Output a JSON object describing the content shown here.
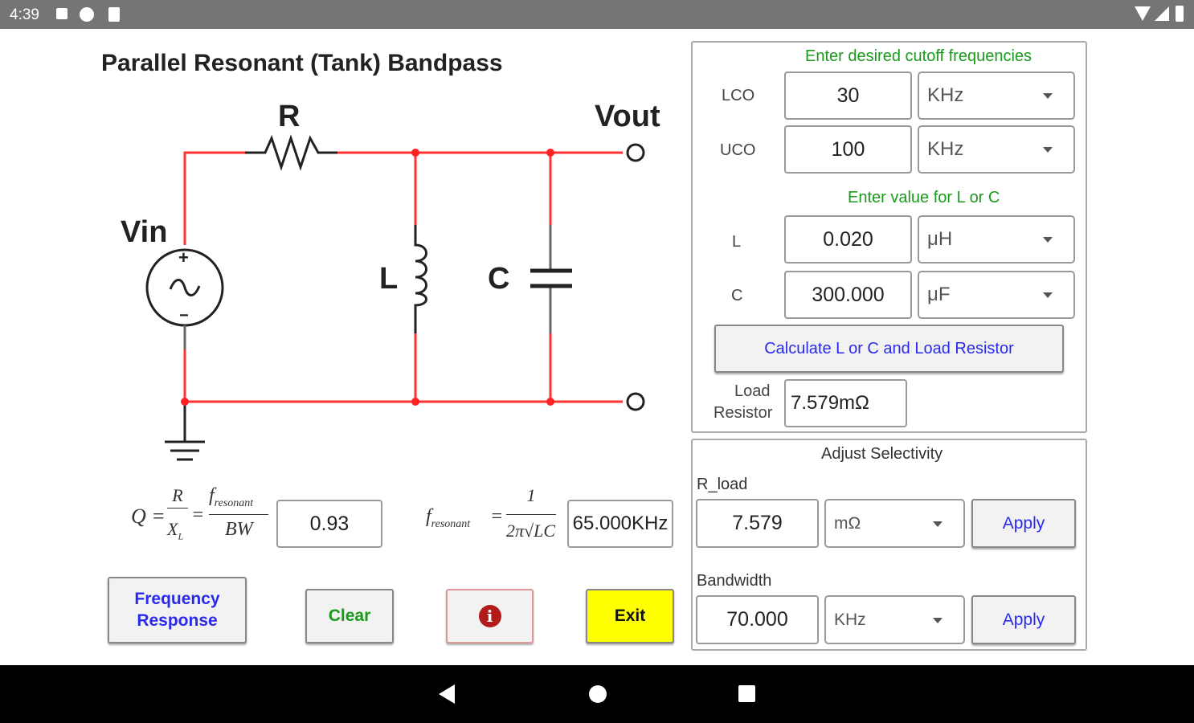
{
  "status": {
    "time": "4:39"
  },
  "title": "Parallel Resonant (Tank) Bandpass",
  "circuit": {
    "r": "R",
    "vout": "Vout",
    "vin": "Vin",
    "l": "L",
    "c": "C",
    "plus": "+",
    "minus": "−",
    "wire_color": "#ff3333"
  },
  "formula_q": {
    "q": "Q =",
    "r": "R",
    "xl": "X",
    "xl_sub": "L",
    "f": "f",
    "f_sub": "resonant",
    "bw": "BW",
    "eq": "=",
    "value": "0.93"
  },
  "formula_f": {
    "f": "f",
    "f_sub": "resonant",
    "eq": "=",
    "num": "1",
    "den": "2π√LC",
    "value": "65.000KHz"
  },
  "buttons": {
    "freq": "Frequency Response",
    "clear": "Clear",
    "info_icon": "info-icon",
    "exit": "Exit"
  },
  "cutoff": {
    "header": "Enter desired cutoff frequencies",
    "lco_label": "LCO",
    "lco_value": "30",
    "lco_unit": "KHz",
    "uco_label": "UCO",
    "uco_value": "100",
    "uco_unit": "KHz"
  },
  "lc": {
    "header": "Enter value for L or C",
    "l_label": "L",
    "l_value": "0.020",
    "l_unit": "μH",
    "c_label": "C",
    "c_value": "300.000",
    "c_unit": "μF",
    "calc_button": "Calculate L or C and Load Resistor",
    "load_label_1": "Load",
    "load_label_2": "Resistor",
    "load_value": "7.579mΩ"
  },
  "selectivity": {
    "header": "Adjust Selectivity",
    "rload_label": "R_load",
    "rload_value": "7.579",
    "rload_unit": "mΩ",
    "apply": "Apply",
    "bw_label": "Bandwidth",
    "bw_value": "70.000",
    "bw_unit": "KHz"
  },
  "colors": {
    "accent_blue": "#2a2aee",
    "green": "#1a9a1a",
    "exit_bg": "#ffff00",
    "info_red": "#b31b1b"
  }
}
